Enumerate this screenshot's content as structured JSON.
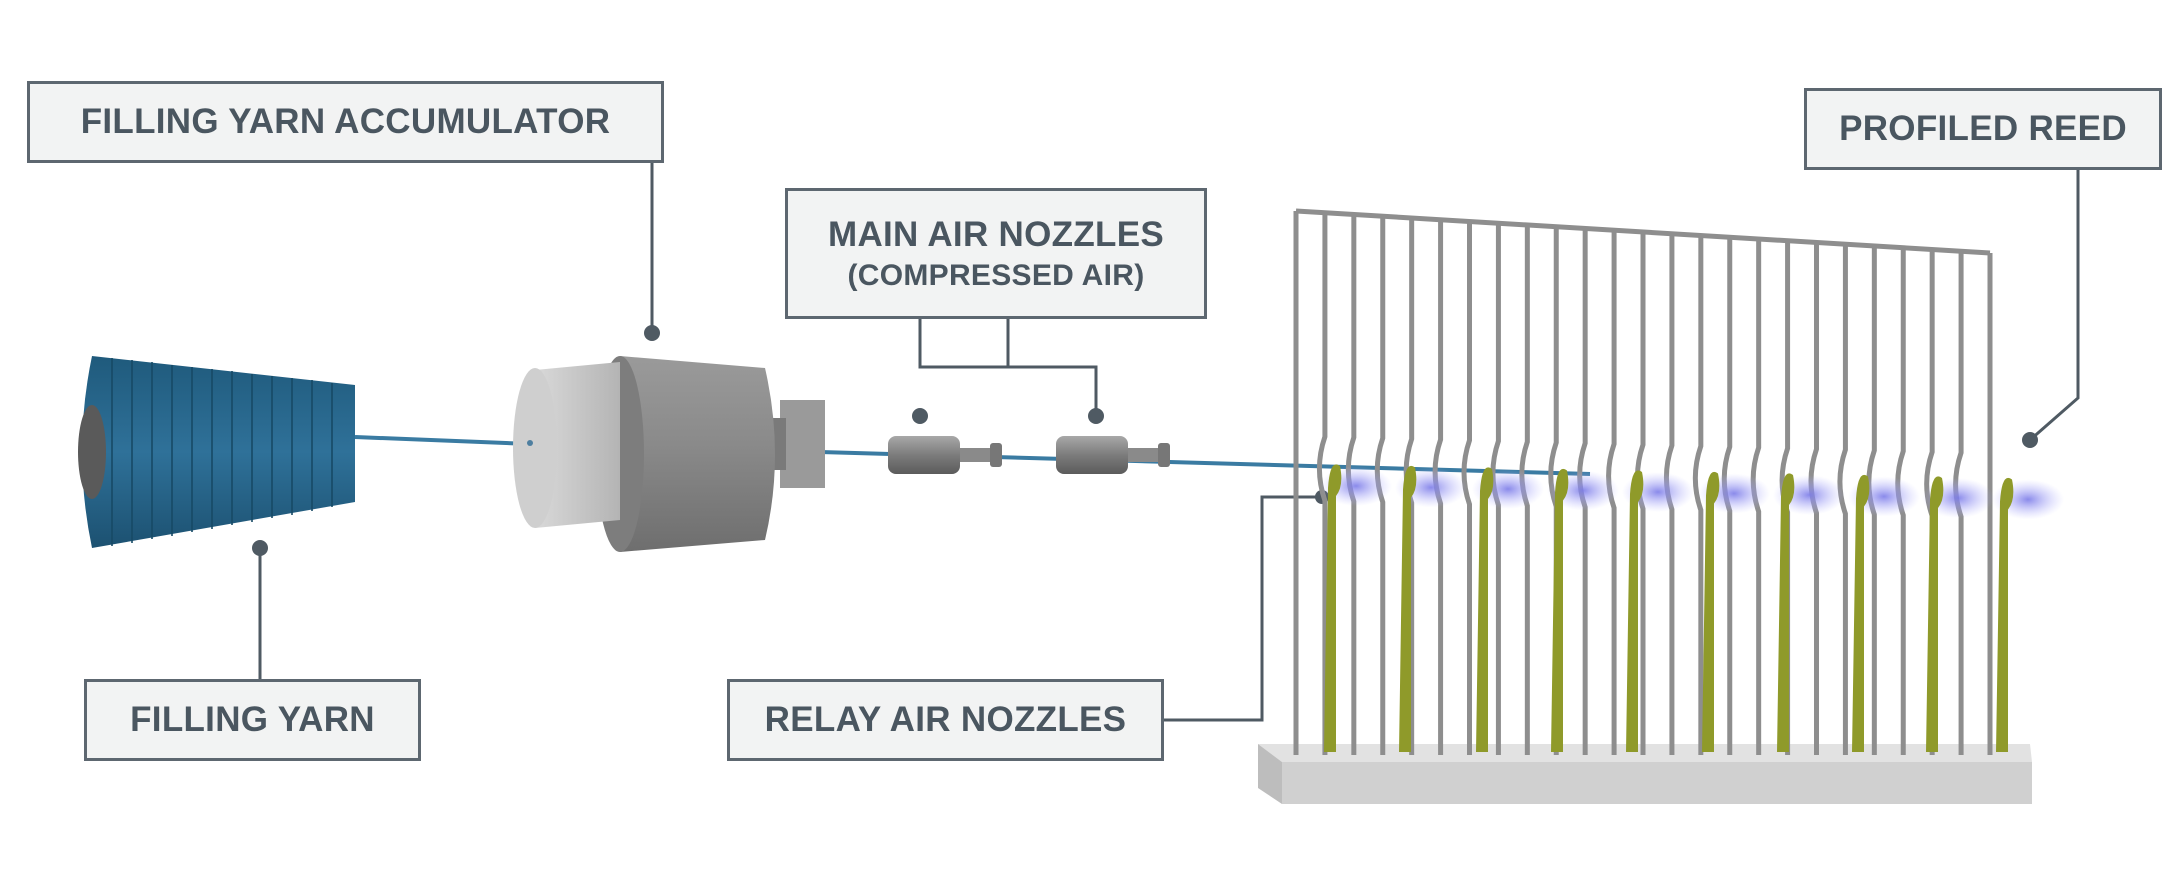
{
  "labels": {
    "accumulator": "FILLING YARN ACCUMULATOR",
    "main_nozzles_line1": "MAIN AIR NOZZLES",
    "main_nozzles_line2": "(COMPRESSED AIR)",
    "profiled_reed": "PROFILED REED",
    "filling_yarn": "FILLING YARN",
    "relay_nozzles": "RELAY AIR NOZZLES"
  },
  "colors": {
    "label_border": "#5d6770",
    "label_fill": "#f2f3f3",
    "label_text": "#4a5660",
    "leader_line": "#4f5a63",
    "yarn_cone": "#2f6f92",
    "yarn_thread": "#3a7ba2",
    "reed_wire": "#8e8e8e",
    "relay_nozzle": "#8f9a2a",
    "air_jet": "#8f8ff0",
    "base": "#d2d2d2",
    "accumulator_body": "#8a8a8a",
    "accumulator_cap": "#c8c8c8"
  },
  "icons": [
    "yarn-cone-icon",
    "accumulator-icon",
    "main-nozzle-icon",
    "reed-icon",
    "relay-nozzle-icon",
    "air-jet-icon"
  ]
}
